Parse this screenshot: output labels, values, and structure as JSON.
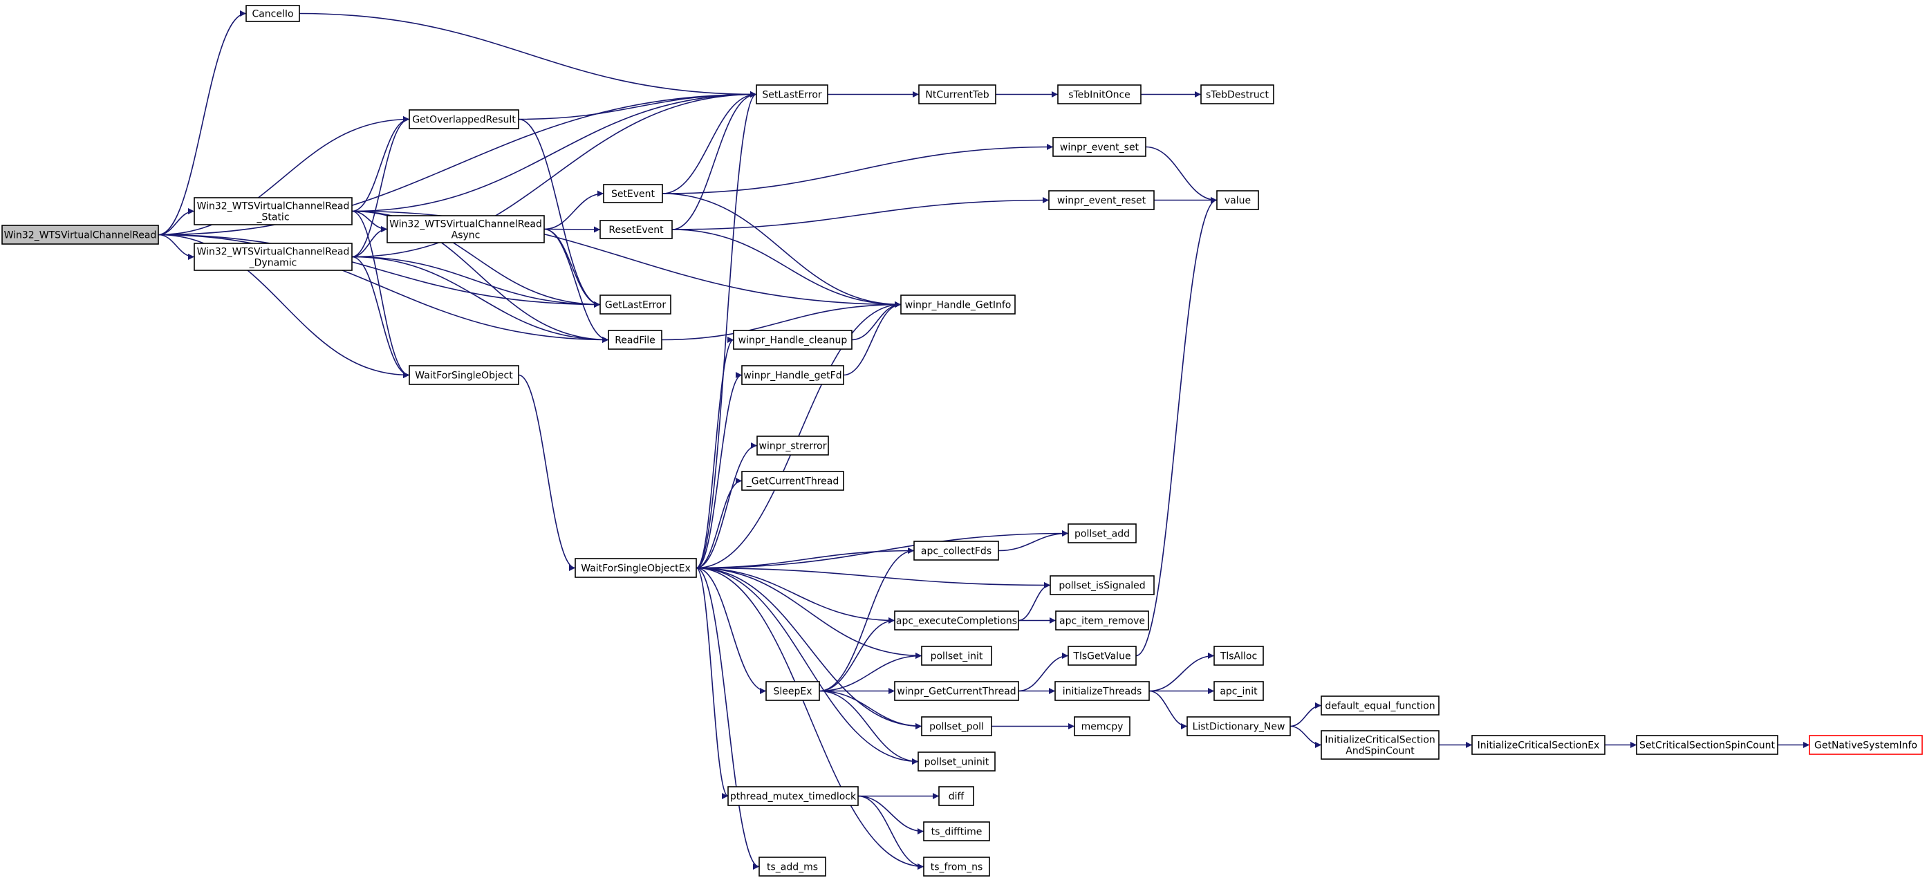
{
  "diagram": {
    "root": "Win32_WTSVirtualChannelRead",
    "edge_color": "#191970",
    "node_border": "#000000",
    "root_fill": "#bfbfbf",
    "highlight_border": "#ff0000",
    "nodes": [
      {
        "id": "root",
        "lines": [
          "Win32_WTSVirtualChannelRead"
        ],
        "style": "root"
      },
      {
        "id": "cancelio",
        "lines": [
          "CancelIo"
        ]
      },
      {
        "id": "setlasterror",
        "lines": [
          "SetLastError"
        ]
      },
      {
        "id": "getoverlappedresult",
        "lines": [
          "GetOverlappedResult"
        ]
      },
      {
        "id": "static",
        "lines": [
          "Win32_WTSVirtualChannelRead",
          "_Static"
        ]
      },
      {
        "id": "dynamic",
        "lines": [
          "Win32_WTSVirtualChannelRead",
          "_Dynamic"
        ]
      },
      {
        "id": "async",
        "lines": [
          "Win32_WTSVirtualChannelRead",
          "Async"
        ]
      },
      {
        "id": "setevent",
        "lines": [
          "SetEvent"
        ]
      },
      {
        "id": "resetevent",
        "lines": [
          "ResetEvent"
        ]
      },
      {
        "id": "getlasterror",
        "lines": [
          "GetLastError"
        ]
      },
      {
        "id": "readfile",
        "lines": [
          "ReadFile"
        ]
      },
      {
        "id": "waitforsingleobject",
        "lines": [
          "WaitForSingleObject"
        ]
      },
      {
        "id": "waitforsingleobjectex",
        "lines": [
          "WaitForSingleObjectEx"
        ]
      },
      {
        "id": "ntcurrentteb",
        "lines": [
          "NtCurrentTeb"
        ]
      },
      {
        "id": "stebinitonce",
        "lines": [
          "sTebInitOnce"
        ]
      },
      {
        "id": "stebdestruct",
        "lines": [
          "sTebDestruct"
        ]
      },
      {
        "id": "winpr_event_set",
        "lines": [
          "winpr_event_set"
        ]
      },
      {
        "id": "winpr_event_reset",
        "lines": [
          "winpr_event_reset"
        ]
      },
      {
        "id": "value",
        "lines": [
          "value"
        ]
      },
      {
        "id": "winpr_handle_getinfo",
        "lines": [
          "winpr_Handle_GetInfo"
        ]
      },
      {
        "id": "winpr_handle_cleanup",
        "lines": [
          "winpr_Handle_cleanup"
        ]
      },
      {
        "id": "winpr_handle_getfd",
        "lines": [
          "winpr_Handle_getFd"
        ]
      },
      {
        "id": "winpr_strerror",
        "lines": [
          "winpr_strerror"
        ]
      },
      {
        "id": "getcurrentthread",
        "lines": [
          "_GetCurrentThread"
        ]
      },
      {
        "id": "pollset_add",
        "lines": [
          "pollset_add"
        ]
      },
      {
        "id": "apc_collectfds",
        "lines": [
          "apc_collectFds"
        ]
      },
      {
        "id": "pollset_issignaled",
        "lines": [
          "pollset_isSignaled"
        ]
      },
      {
        "id": "apc_executecompletions",
        "lines": [
          "apc_executeCompletions"
        ]
      },
      {
        "id": "apc_item_remove",
        "lines": [
          "apc_item_remove"
        ]
      },
      {
        "id": "pollset_init",
        "lines": [
          "pollset_init"
        ]
      },
      {
        "id": "tlsgetvalue",
        "lines": [
          "TlsGetValue"
        ]
      },
      {
        "id": "tlsalloc",
        "lines": [
          "TlsAlloc"
        ]
      },
      {
        "id": "sleepex",
        "lines": [
          "SleepEx"
        ]
      },
      {
        "id": "winpr_getcurrentthread",
        "lines": [
          "winpr_GetCurrentThread"
        ]
      },
      {
        "id": "initializethreads",
        "lines": [
          "initializeThreads"
        ]
      },
      {
        "id": "apc_init",
        "lines": [
          "apc_init"
        ]
      },
      {
        "id": "default_equal_function",
        "lines": [
          "default_equal_function"
        ]
      },
      {
        "id": "pollset_poll",
        "lines": [
          "pollset_poll"
        ]
      },
      {
        "id": "memcpy",
        "lines": [
          "memcpy"
        ]
      },
      {
        "id": "listdictionary_new",
        "lines": [
          "ListDictionary_New"
        ]
      },
      {
        "id": "initcritsect",
        "lines": [
          "InitializeCriticalSection",
          "AndSpinCount"
        ]
      },
      {
        "id": "initcritsectex",
        "lines": [
          "InitializeCriticalSectionEx"
        ]
      },
      {
        "id": "setcritspincount",
        "lines": [
          "SetCriticalSectionSpinCount"
        ]
      },
      {
        "id": "getnativesysteminfo",
        "lines": [
          "GetNativeSystemInfo"
        ],
        "style": "red"
      },
      {
        "id": "pollset_uninit",
        "lines": [
          "pollset_uninit"
        ]
      },
      {
        "id": "pthread_mutex_timedlock",
        "lines": [
          "pthread_mutex_timedlock"
        ]
      },
      {
        "id": "diff",
        "lines": [
          "diff"
        ]
      },
      {
        "id": "ts_difftime",
        "lines": [
          "ts_difftime"
        ]
      },
      {
        "id": "ts_add_ms",
        "lines": [
          "ts_add_ms"
        ]
      },
      {
        "id": "ts_from_ns",
        "lines": [
          "ts_from_ns"
        ]
      }
    ],
    "edges": [
      [
        "root",
        "cancelio"
      ],
      [
        "root",
        "setlasterror"
      ],
      [
        "root",
        "getoverlappedresult"
      ],
      [
        "root",
        "static"
      ],
      [
        "root",
        "dynamic"
      ],
      [
        "root",
        "getlasterror"
      ],
      [
        "root",
        "readfile"
      ],
      [
        "root",
        "waitforsingleobject"
      ],
      [
        "cancelio",
        "setlasterror"
      ],
      [
        "getoverlappedresult",
        "setlasterror"
      ],
      [
        "getoverlappedresult",
        "getlasterror"
      ],
      [
        "static",
        "setlasterror"
      ],
      [
        "static",
        "getoverlappedresult"
      ],
      [
        "static",
        "async"
      ],
      [
        "static",
        "getlasterror"
      ],
      [
        "static",
        "readfile"
      ],
      [
        "static",
        "waitforsingleobject"
      ],
      [
        "static",
        "winpr_handle_getinfo"
      ],
      [
        "dynamic",
        "setlasterror"
      ],
      [
        "dynamic",
        "getoverlappedresult"
      ],
      [
        "dynamic",
        "async"
      ],
      [
        "dynamic",
        "getlasterror"
      ],
      [
        "dynamic",
        "readfile"
      ],
      [
        "dynamic",
        "waitforsingleobject"
      ],
      [
        "async",
        "setevent"
      ],
      [
        "async",
        "resetevent"
      ],
      [
        "async",
        "getlasterror"
      ],
      [
        "async",
        "readfile"
      ],
      [
        "setevent",
        "setlasterror"
      ],
      [
        "setevent",
        "winpr_event_set"
      ],
      [
        "setevent",
        "winpr_handle_getinfo"
      ],
      [
        "resetevent",
        "setlasterror"
      ],
      [
        "resetevent",
        "winpr_event_reset"
      ],
      [
        "resetevent",
        "winpr_handle_getinfo"
      ],
      [
        "readfile",
        "winpr_handle_getinfo"
      ],
      [
        "waitforsingleobject",
        "waitforsingleobjectex"
      ],
      [
        "setlasterror",
        "ntcurrentteb"
      ],
      [
        "ntcurrentteb",
        "stebinitonce"
      ],
      [
        "stebinitonce",
        "stebdestruct"
      ],
      [
        "winpr_event_set",
        "value"
      ],
      [
        "winpr_event_reset",
        "value"
      ],
      [
        "winpr_handle_cleanup",
        "winpr_handle_getinfo"
      ],
      [
        "winpr_handle_getfd",
        "winpr_handle_getinfo"
      ],
      [
        "waitforsingleobjectex",
        "setlasterror"
      ],
      [
        "waitforsingleobjectex",
        "winpr_handle_cleanup"
      ],
      [
        "waitforsingleobjectex",
        "winpr_handle_getfd"
      ],
      [
        "waitforsingleobjectex",
        "winpr_handle_getinfo"
      ],
      [
        "waitforsingleobjectex",
        "winpr_strerror"
      ],
      [
        "waitforsingleobjectex",
        "getcurrentthread"
      ],
      [
        "waitforsingleobjectex",
        "pollset_add"
      ],
      [
        "waitforsingleobjectex",
        "apc_collectfds"
      ],
      [
        "waitforsingleobjectex",
        "pollset_issignaled"
      ],
      [
        "waitforsingleobjectex",
        "apc_executecompletions"
      ],
      [
        "waitforsingleobjectex",
        "pollset_init"
      ],
      [
        "waitforsingleobjectex",
        "sleepex"
      ],
      [
        "waitforsingleobjectex",
        "pollset_poll"
      ],
      [
        "waitforsingleobjectex",
        "pollset_uninit"
      ],
      [
        "waitforsingleobjectex",
        "pthread_mutex_timedlock"
      ],
      [
        "waitforsingleobjectex",
        "ts_add_ms"
      ],
      [
        "waitforsingleobjectex",
        "ts_from_ns"
      ],
      [
        "apc_collectfds",
        "pollset_add"
      ],
      [
        "apc_executecompletions",
        "pollset_issignaled"
      ],
      [
        "apc_executecompletions",
        "apc_item_remove"
      ],
      [
        "sleepex",
        "apc_collectfds"
      ],
      [
        "sleepex",
        "apc_executecompletions"
      ],
      [
        "sleepex",
        "pollset_init"
      ],
      [
        "sleepex",
        "winpr_getcurrentthread"
      ],
      [
        "sleepex",
        "pollset_poll"
      ],
      [
        "sleepex",
        "pollset_uninit"
      ],
      [
        "winpr_getcurrentthread",
        "tlsgetvalue"
      ],
      [
        "winpr_getcurrentthread",
        "initializethreads"
      ],
      [
        "tlsgetvalue",
        "value"
      ],
      [
        "initializethreads",
        "tlsalloc"
      ],
      [
        "initializethreads",
        "apc_init"
      ],
      [
        "initializethreads",
        "listdictionary_new"
      ],
      [
        "listdictionary_new",
        "default_equal_function"
      ],
      [
        "listdictionary_new",
        "initcritsect"
      ],
      [
        "initcritsect",
        "initcritsectex"
      ],
      [
        "initcritsectex",
        "setcritspincount"
      ],
      [
        "setcritspincount",
        "getnativesysteminfo"
      ],
      [
        "pollset_poll",
        "memcpy"
      ],
      [
        "pthread_mutex_timedlock",
        "diff"
      ],
      [
        "pthread_mutex_timedlock",
        "ts_difftime"
      ],
      [
        "pthread_mutex_timedlock",
        "ts_from_ns"
      ]
    ]
  }
}
